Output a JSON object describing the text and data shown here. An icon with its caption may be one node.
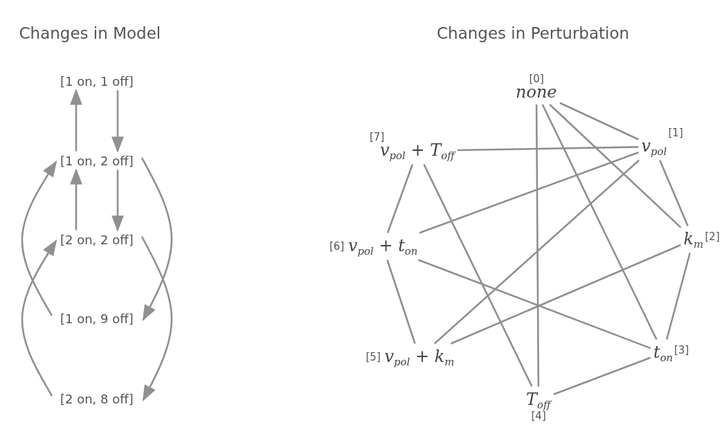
{
  "diagram": {
    "nodes": [
      {
        "text": [
          "[1 on, 1 off]"
        ]
      },
      {
        "text": [
          "[1 on, 2 off]"
        ]
      },
      {
        "text": [
          "[2 on, 2 off]"
        ]
      },
      {
        "text": [
          "[1 on, 9 off]"
        ]
      },
      {
        "text": [
          "[2 on, 8 off]"
        ]
      },
      {
        "text": [
          "none"
        ],
        "beside": [
          "[0]"
        ]
      },
      {
        "text": [
          "v$_{pol}$"
        ],
        "beside": [
          "[1]"
        ]
      },
      {
        "text": [
          "k$_{m}$"
        ],
        "beside": [
          "[2]"
        ]
      },
      {
        "text": [
          "t$_{on}$"
        ],
        "beside": [
          "[3]"
        ]
      },
      {
        "text": [
          "T$_{off}$"
        ],
        "beside": [
          "[4]"
        ]
      },
      {
        "text": [
          "v$_{pol}$ + k$_{m}$"
        ],
        "beside": [
          "[5]"
        ]
      },
      {
        "text": [
          "v$_{pol}$ + t$_{on}$"
        ],
        "beside": [
          "[6]"
        ]
      },
      {
        "text": [
          "v$_{pol}$ + T$_{off}$"
        ],
        "beside": [
          "[7]"
        ]
      }
    ],
    "edges": [
      {
        "from": 1,
        "to": 0,
        "arrow": "to"
      },
      {
        "from": 0,
        "to": 1,
        "arrow": "to"
      },
      {
        "from": 2,
        "to": 1,
        "arrow": "to"
      },
      {
        "from": 1,
        "to": 2,
        "arrow": "to"
      },
      {
        "from": 3,
        "to": 1,
        "arrow": "to"
      },
      {
        "from": 1,
        "to": 3,
        "arrow": "to"
      },
      {
        "from": 4,
        "to": 2,
        "arrow": "to"
      },
      {
        "from": 2,
        "to": 4,
        "arrow": "to"
      },
      {
        "from": 5,
        "to": 6,
        "arrow": "none"
      },
      {
        "from": 5,
        "to": 7,
        "arrow": "none"
      },
      {
        "from": 5,
        "to": 8,
        "arrow": "none"
      },
      {
        "from": 5,
        "to": 9,
        "arrow": "none"
      },
      {
        "from": 6,
        "to": 12,
        "arrow": "none"
      },
      {
        "from": 6,
        "to": 11,
        "arrow": "none"
      },
      {
        "from": 6,
        "to": 10,
        "arrow": "none"
      },
      {
        "from": 6,
        "to": 7,
        "arrow": "none"
      },
      {
        "from": 7,
        "to": 10,
        "arrow": "none"
      },
      {
        "from": 7,
        "to": 8,
        "arrow": "none"
      },
      {
        "from": 8,
        "to": 9,
        "arrow": "none"
      },
      {
        "from": 8,
        "to": 11,
        "arrow": "none"
      },
      {
        "from": 9,
        "to": 12,
        "arrow": "none"
      },
      {
        "from": 12,
        "to": 11,
        "arrow": "none"
      },
      {
        "from": 11,
        "to": 10,
        "arrow": "none"
      }
    ],
    "labels": [
      "Changes in Model",
      "Changes in Perturbation"
    ]
  }
}
